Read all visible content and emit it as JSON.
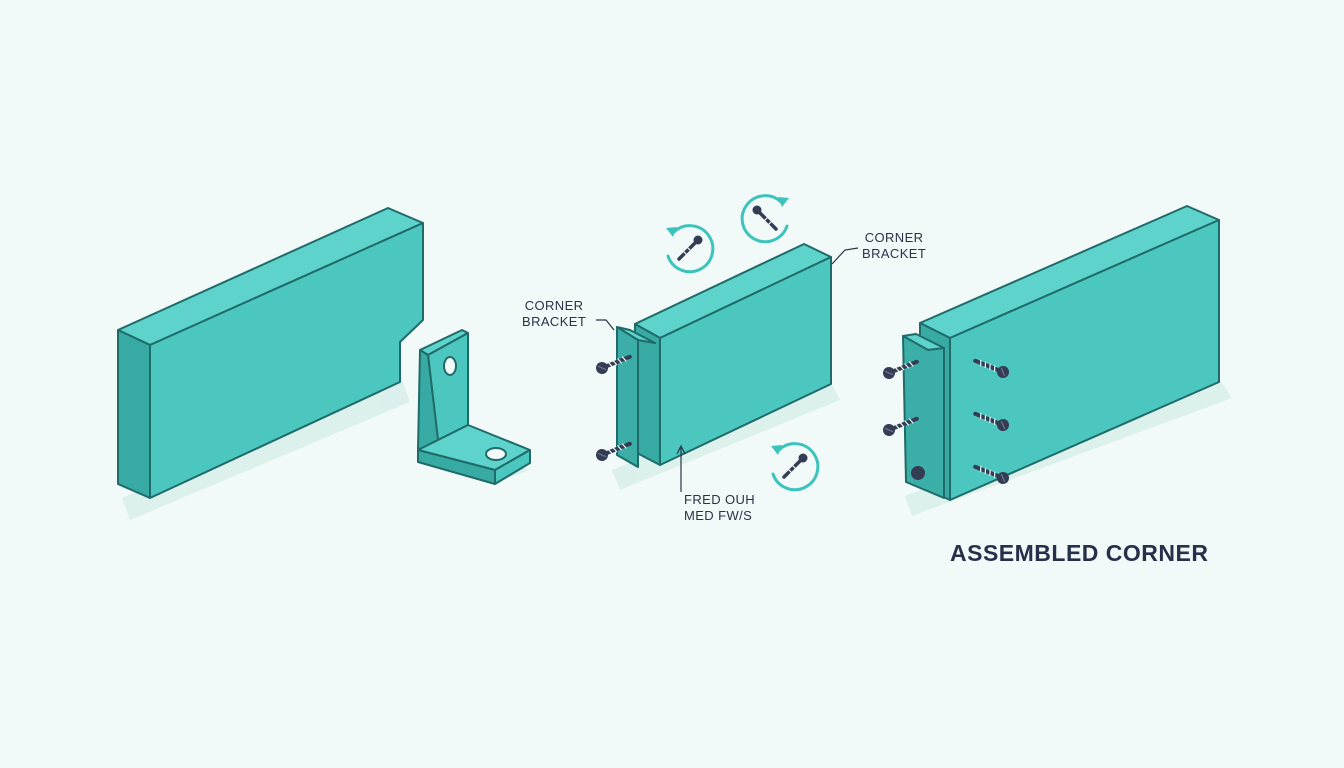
{
  "labels": {
    "bracket_left": [
      "CORNER",
      "BRACKET"
    ],
    "bracket_right": [
      "CORNER",
      "BRACKET"
    ],
    "fastener_note": [
      "FRED OUH",
      "MED FW/S"
    ],
    "caption": "ASSEMBLED CORNER"
  },
  "colors": {
    "background": "#f1faf9",
    "board_front": "#4cc7c0",
    "board_top": "#5ed3cc",
    "board_side": "#38aaa4",
    "outline": "#1f6b69",
    "screw": "#353d55",
    "rotate_arrow": "#3cc4bc",
    "text": "#2a3346"
  },
  "icons": [
    "rotate-screw-icon",
    "screw-icon"
  ]
}
